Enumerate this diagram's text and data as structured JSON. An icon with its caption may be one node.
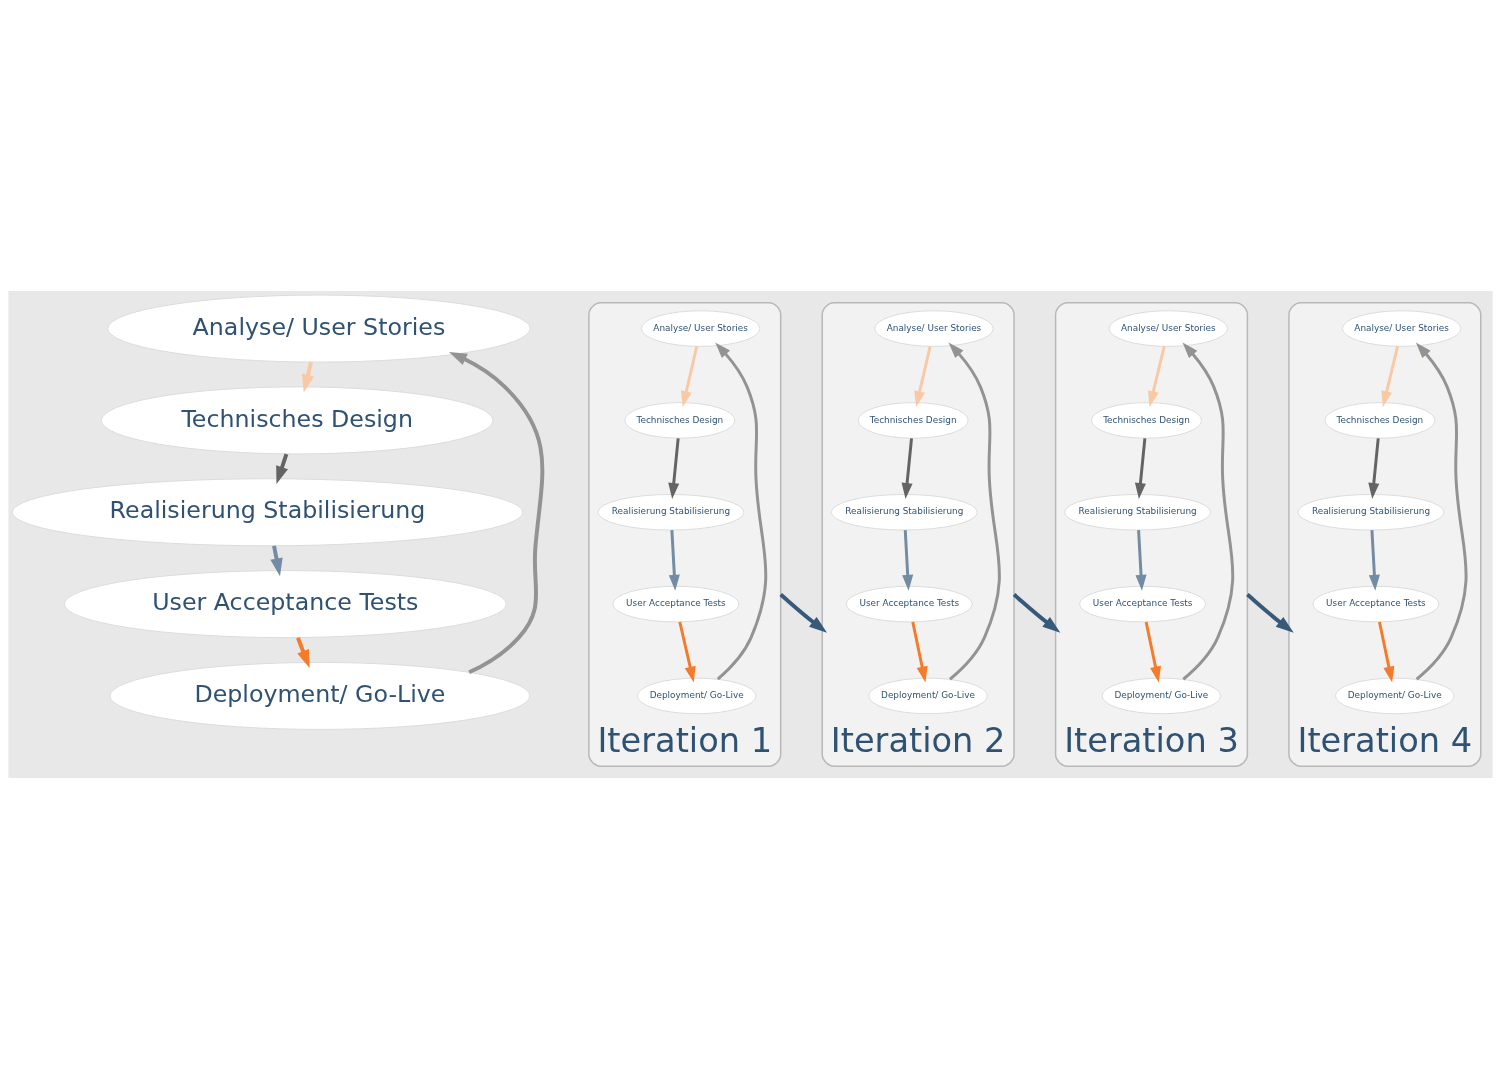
{
  "diagram": {
    "nodes": [
      {
        "text": [
          "Analyse/ User Stories"
        ]
      },
      {
        "text": [
          "Technisches Design"
        ]
      },
      {
        "text": [
          "Realisierung Stabilisierung"
        ]
      },
      {
        "text": [
          "User Acceptance Tests"
        ]
      },
      {
        "text": [
          "Deployment/ Go-Live"
        ]
      },
      {
        "text": [
          "Iteration 1"
        ]
      },
      {
        "text": [
          "Analyse/ User Stories"
        ],
        "in": 5
      },
      {
        "text": [
          "Technisches Design"
        ],
        "in": 5
      },
      {
        "text": [
          "Realisierung Stabilisierung"
        ],
        "in": 5
      },
      {
        "text": [
          "User Acceptance Tests"
        ],
        "in": 5
      },
      {
        "text": [
          "Deployment/ Go-Live"
        ],
        "in": 5
      },
      {
        "text": [
          "Iteration 2"
        ]
      },
      {
        "text": [
          "Analyse/ User Stories"
        ],
        "in": 11
      },
      {
        "text": [
          "Technisches Design"
        ],
        "in": 11
      },
      {
        "text": [
          "Realisierung Stabilisierung"
        ],
        "in": 11
      },
      {
        "text": [
          "User Acceptance Tests"
        ],
        "in": 11
      },
      {
        "text": [
          "Deployment/ Go-Live"
        ],
        "in": 11
      },
      {
        "text": [
          "Iteration 3"
        ]
      },
      {
        "text": [
          "Analyse/ User Stories"
        ],
        "in": 17
      },
      {
        "text": [
          "Technisches Design"
        ],
        "in": 17
      },
      {
        "text": [
          "Realisierung Stabilisierung"
        ],
        "in": 17
      },
      {
        "text": [
          "User Acceptance Tests"
        ],
        "in": 17
      },
      {
        "text": [
          "Deployment/ Go-Live"
        ],
        "in": 17
      },
      {
        "text": [
          "Iteration 4"
        ]
      },
      {
        "text": [
          "Analyse/ User Stories"
        ],
        "in": 23
      },
      {
        "text": [
          "Technisches Design"
        ],
        "in": 23
      },
      {
        "text": [
          "Realisierung Stabilisierung"
        ],
        "in": 23
      },
      {
        "text": [
          "User Acceptance Tests"
        ],
        "in": 23
      },
      {
        "text": [
          "Deployment/ Go-Live"
        ],
        "in": 23
      }
    ],
    "edges": [
      {
        "from": 0,
        "to": 1,
        "arrow": "to",
        "color": "#f9c9a6"
      },
      {
        "from": 1,
        "to": 2,
        "arrow": "to",
        "color": "#646464"
      },
      {
        "from": 2,
        "to": 3,
        "arrow": "to",
        "color": "#738ca3"
      },
      {
        "from": 3,
        "to": 4,
        "arrow": "to",
        "color": "#f47b2a"
      },
      {
        "from": 4,
        "to": 0,
        "arrow": "to",
        "color": "#939393"
      },
      {
        "from": 6,
        "to": 7,
        "arrow": "to",
        "color": "#f9c9a6"
      },
      {
        "from": 7,
        "to": 8,
        "arrow": "to",
        "color": "#646464"
      },
      {
        "from": 8,
        "to": 9,
        "arrow": "to",
        "color": "#738ca3"
      },
      {
        "from": 9,
        "to": 10,
        "arrow": "to",
        "color": "#f47b2a"
      },
      {
        "from": 10,
        "to": 6,
        "arrow": "to",
        "color": "#939393"
      },
      {
        "from": 12,
        "to": 13,
        "arrow": "to",
        "color": "#f9c9a6"
      },
      {
        "from": 13,
        "to": 14,
        "arrow": "to",
        "color": "#646464"
      },
      {
        "from": 14,
        "to": 15,
        "arrow": "to",
        "color": "#738ca3"
      },
      {
        "from": 15,
        "to": 16,
        "arrow": "to",
        "color": "#f47b2a"
      },
      {
        "from": 16,
        "to": 12,
        "arrow": "to",
        "color": "#939393"
      },
      {
        "from": 18,
        "to": 19,
        "arrow": "to",
        "color": "#f9c9a6"
      },
      {
        "from": 19,
        "to": 20,
        "arrow": "to",
        "color": "#646464"
      },
      {
        "from": 20,
        "to": 21,
        "arrow": "to",
        "color": "#738ca3"
      },
      {
        "from": 21,
        "to": 22,
        "arrow": "to",
        "color": "#f47b2a"
      },
      {
        "from": 22,
        "to": 18,
        "arrow": "to",
        "color": "#939393"
      },
      {
        "from": 24,
        "to": 25,
        "arrow": "to",
        "color": "#f9c9a6"
      },
      {
        "from": 25,
        "to": 26,
        "arrow": "to",
        "color": "#646464"
      },
      {
        "from": 26,
        "to": 27,
        "arrow": "to",
        "color": "#738ca3"
      },
      {
        "from": 27,
        "to": 28,
        "arrow": "to",
        "color": "#f47b2a"
      },
      {
        "from": 28,
        "to": 24,
        "arrow": "to",
        "color": "#939393"
      },
      {
        "from": 5,
        "to": 11,
        "arrow": "to",
        "color": "#375a7a"
      },
      {
        "from": 11,
        "to": 17,
        "arrow": "to",
        "color": "#375a7a"
      },
      {
        "from": 17,
        "to": 23,
        "arrow": "to",
        "color": "#375a7a"
      }
    ]
  }
}
